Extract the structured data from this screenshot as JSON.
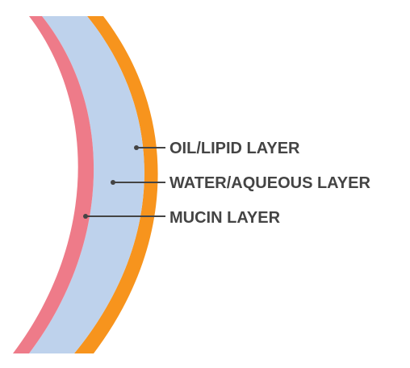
{
  "colors": {
    "oil_layer": "#f7941d",
    "water_layer": "#bed2ec",
    "mucin_layer": "#ee7b89",
    "leader_line": "#444444",
    "label_text": "#444444"
  },
  "labels": {
    "oil": "OIL/LIPID LAYER",
    "water": "WATER/AQUEOUS LAYER",
    "mucin": "MUCIN LAYER"
  }
}
